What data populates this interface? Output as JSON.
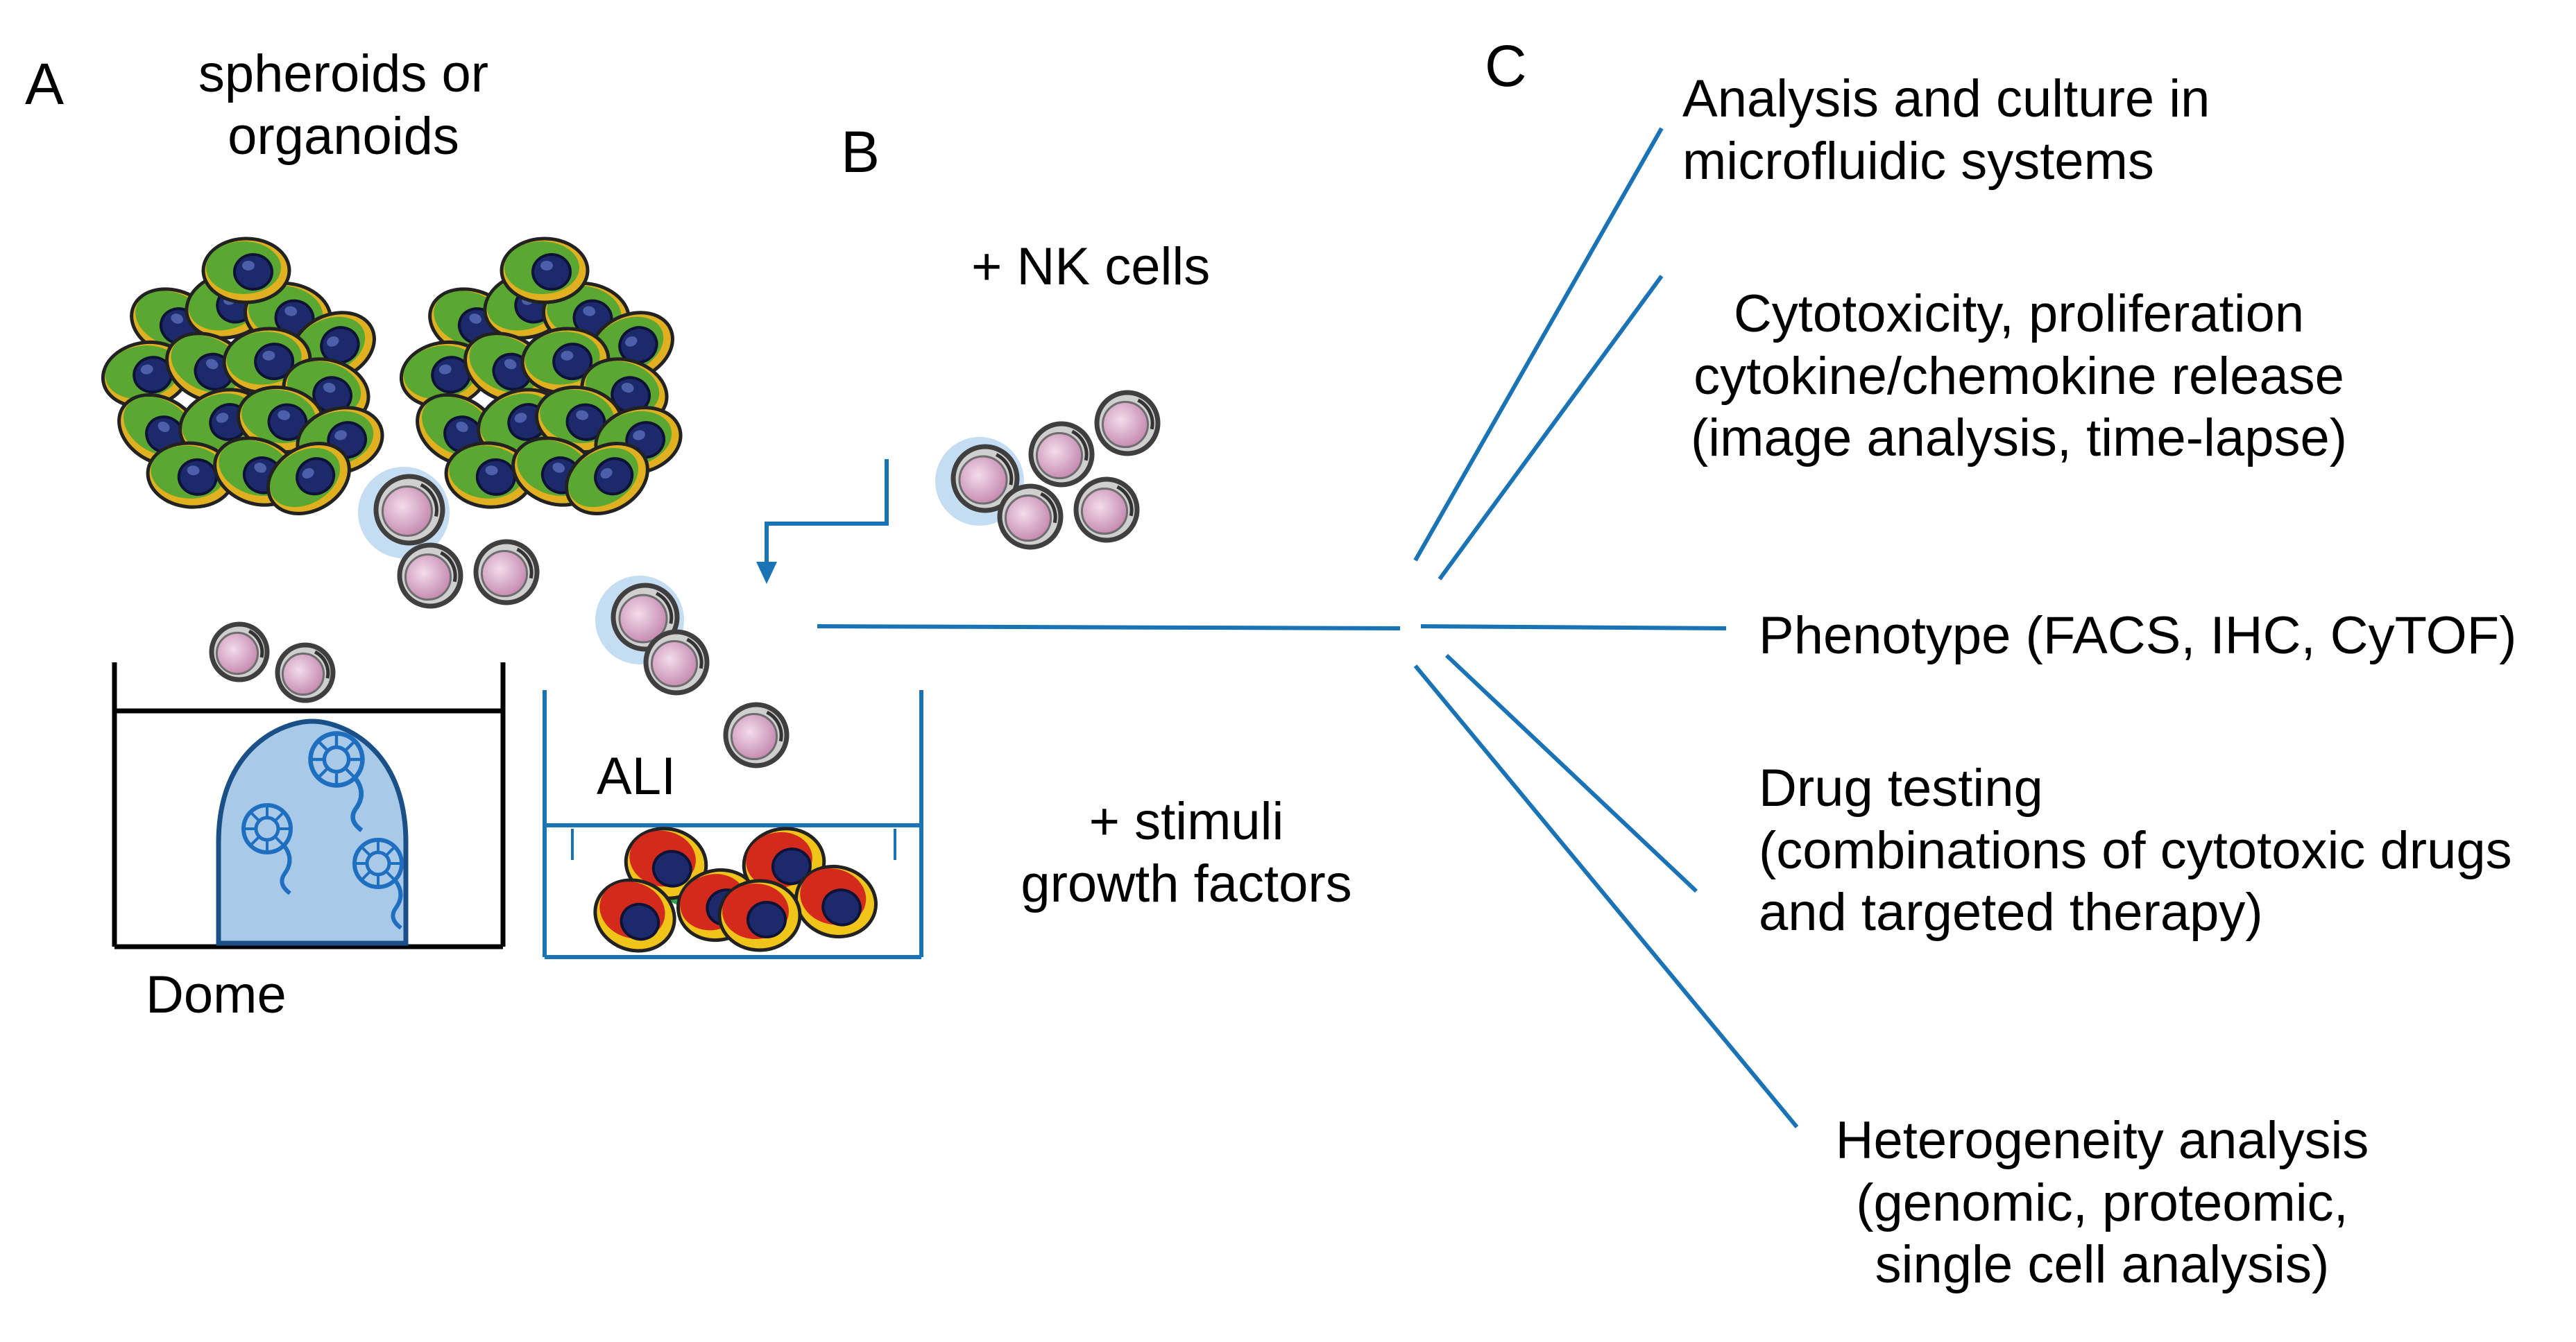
{
  "panels": {
    "a": "A",
    "b": "B",
    "c": "C"
  },
  "panel_a": {
    "title_line1": "spheroids or",
    "title_line2": "organoids",
    "dome_label": "Dome"
  },
  "panel_b": {
    "nk_label": "+ NK cells",
    "ali_label": "ALI",
    "stimuli_line1": "+ stimuli",
    "stimuli_line2": "growth factors"
  },
  "panel_c": {
    "outputs": [
      {
        "lines": [
          "Analysis and culture in",
          "microfluidic systems"
        ]
      },
      {
        "lines": [
          "Cytotoxicity, proliferation",
          "cytokine/chemokine release",
          "(image analysis, time-lapse)"
        ]
      },
      {
        "lines": [
          "Phenotype (FACS, IHC, CyTOF)"
        ]
      },
      {
        "lines": [
          "Drug testing",
          "(combinations of cytotoxic drugs",
          "and targeted therapy)"
        ]
      },
      {
        "lines": [
          "Heterogeneity analysis",
          "(genomic, proteomic,",
          "single cell analysis)"
        ]
      }
    ]
  },
  "colors": {
    "line_blue": "#1a73b5",
    "dome_fill": "#a9c9e8",
    "organoid_blue": "#1f6fc0",
    "tumor_green": "#5aa832",
    "tumor_nucleus": "#1c2a6b",
    "tumor_rim": "#e0b020",
    "nk_body": "#d7a9c5",
    "nk_rim": "#5a5a5a",
    "stim_red": "#d42a1c",
    "stim_yellow": "#f0c419"
  },
  "icons": [
    "tumor-spheroid-icon",
    "nk-cell-icon",
    "organoid-icon",
    "arrow-icon"
  ]
}
